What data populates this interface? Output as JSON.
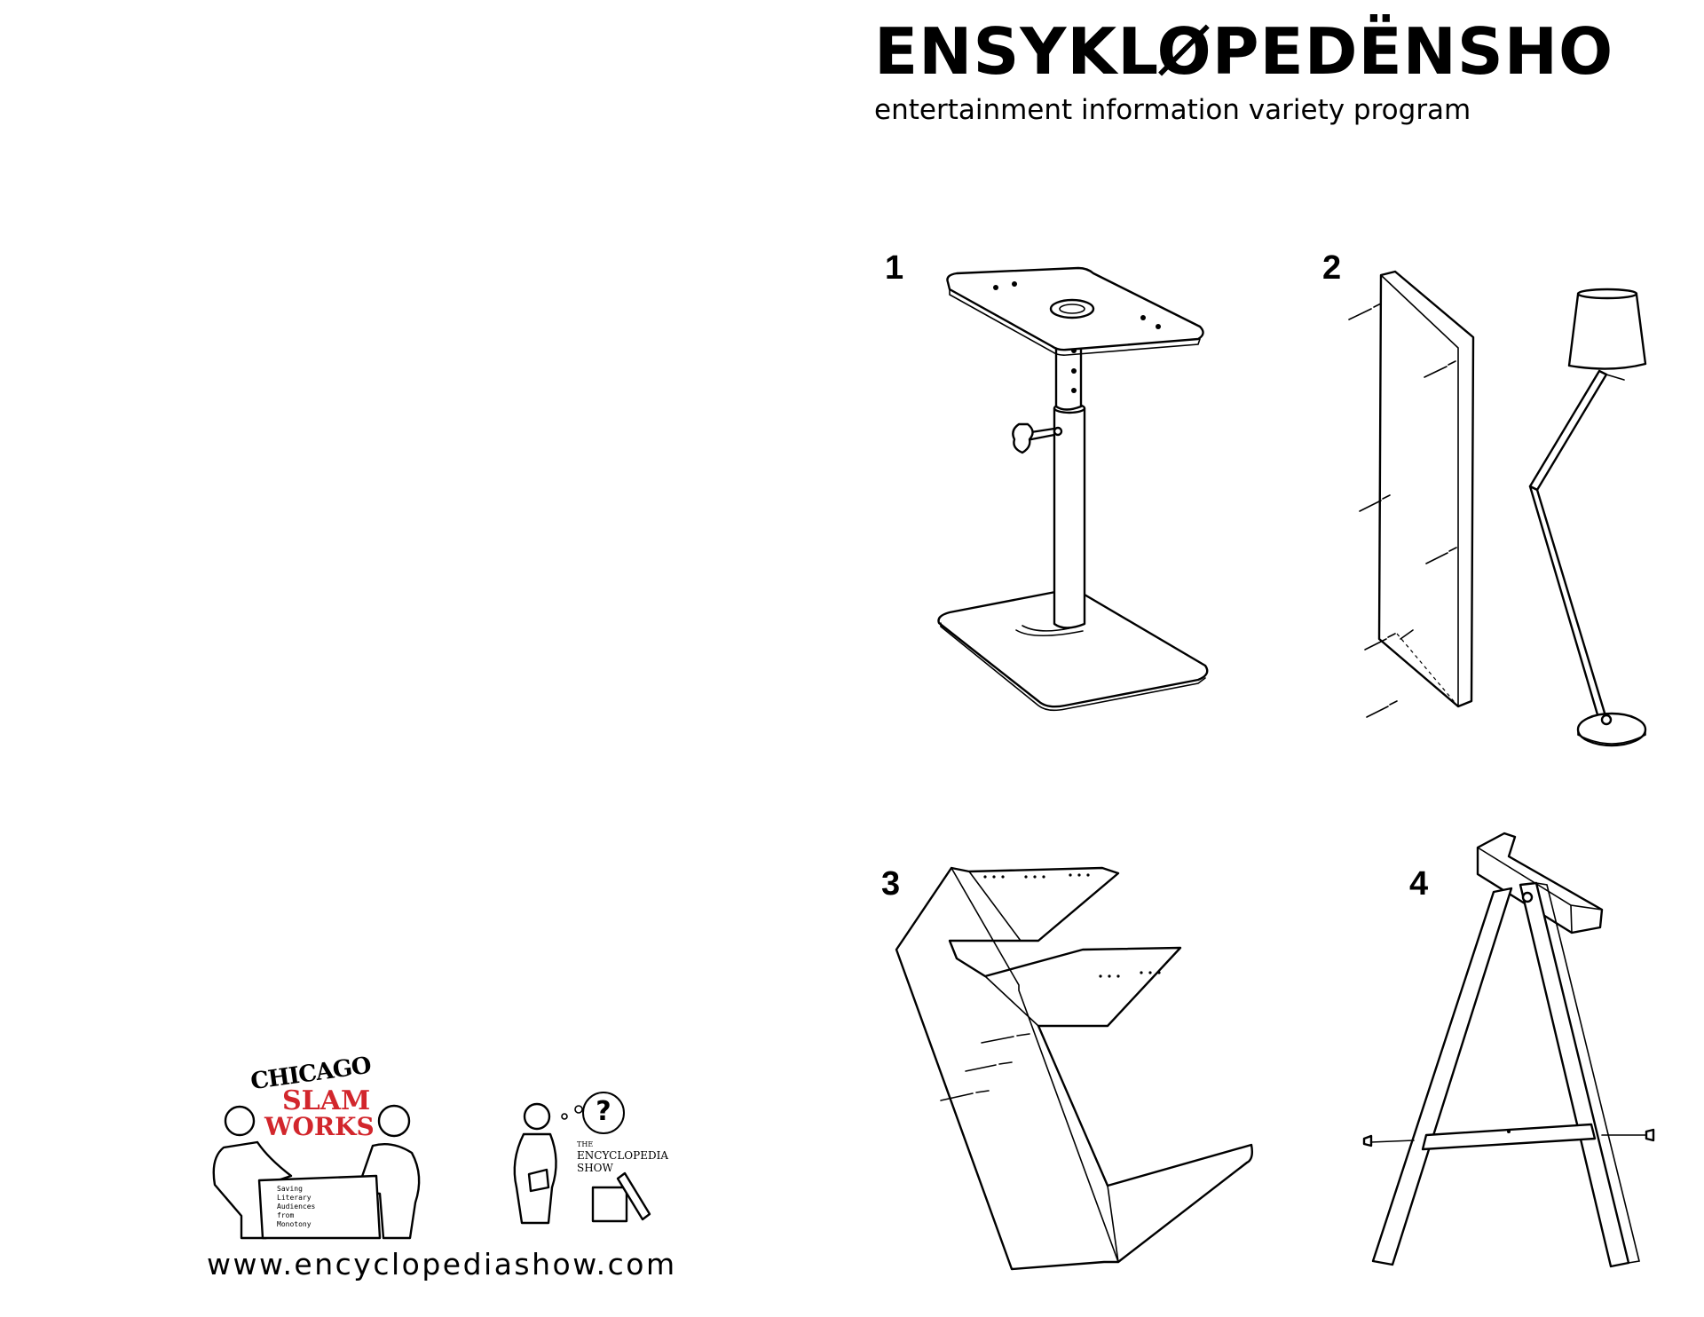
{
  "header": {
    "title": "ENSYKLØPEDËNSHO",
    "subtitle": "entertainment information variety program"
  },
  "steps": [
    {
      "number": "1",
      "figure": "adjustable-stand"
    },
    {
      "number": "2",
      "figure": "board-and-floor-lamp"
    },
    {
      "number": "3",
      "figure": "shelf-e"
    },
    {
      "number": "4",
      "figure": "sawhorse-a"
    }
  ],
  "logos": {
    "slam_works": {
      "line1": "CHICAGO",
      "line2": "SLAM",
      "line3": "WORKS",
      "tagline": [
        "Saving",
        "Literary",
        "Audiences",
        "from",
        "Monotony"
      ],
      "accent_color": "#d2262c"
    },
    "encyclopedia_show": {
      "line1": "THE",
      "line2": "ENCYCLOPEDIA",
      "line3": "SHOW",
      "icon": "question-mark-icon"
    }
  },
  "footer": {
    "url": "www.encyclopediashow.com"
  }
}
